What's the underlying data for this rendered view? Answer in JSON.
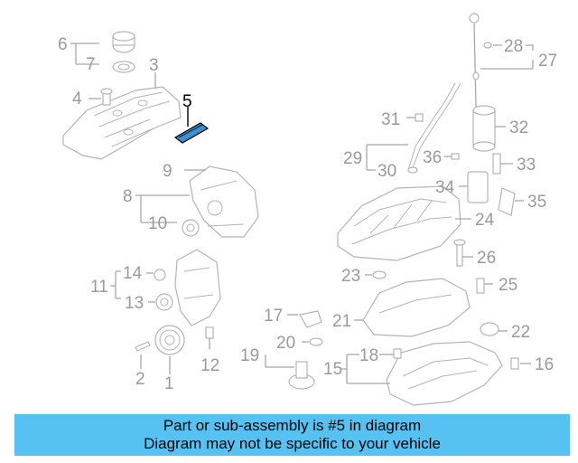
{
  "diagram": {
    "highlighted_part": "5",
    "highlight_color": "#3a8fd6",
    "callouts": [
      "1",
      "2",
      "3",
      "4",
      "5",
      "6",
      "7",
      "8",
      "9",
      "10",
      "11",
      "12",
      "13",
      "14",
      "15",
      "16",
      "17",
      "18",
      "19",
      "20",
      "21",
      "22",
      "23",
      "24",
      "25",
      "26",
      "27",
      "28",
      "29",
      "30",
      "31",
      "32",
      "33",
      "34",
      "35",
      "36"
    ]
  },
  "banner": {
    "line1": "Part or sub-assembly is #5 in diagram",
    "line2": "Diagram may not be specific to your vehicle",
    "background": "#56c2f1"
  }
}
